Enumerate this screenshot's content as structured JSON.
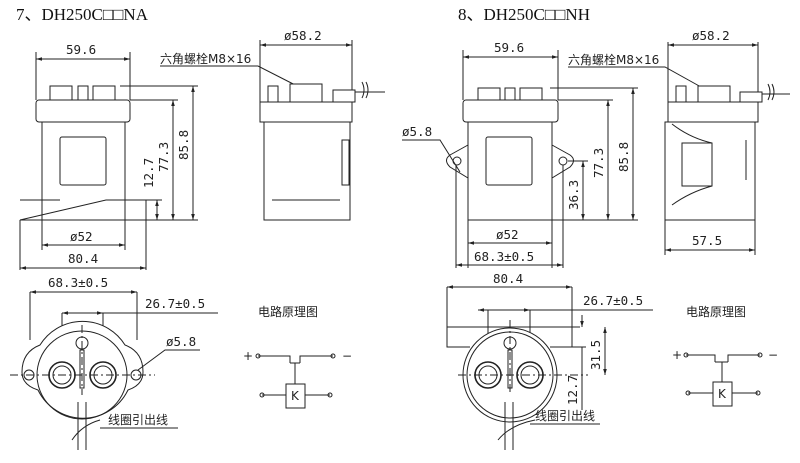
{
  "left": {
    "title": "7、DH250C□□NA",
    "dim_width": "59.6",
    "dim_diameter_side": "ø58.2",
    "bolt_label": "六角螺栓M8×16",
    "dim_h1": "85.8",
    "dim_h2": "77.3",
    "dim_h3": "12.7",
    "dim_d52": "ø52",
    "dim_flange": "80.4",
    "dim_hole_spacing": "68.3±0.5",
    "dim_terminal_spacing": "26.7±0.5",
    "dim_hole": "ø5.8",
    "coil_lead_label": "线圈引出线",
    "circuit_title": "电路原理图",
    "circuit_plus": "+",
    "circuit_minus": "−",
    "coil_symbol": "K"
  },
  "right": {
    "title": "8、DH250C□□NH",
    "dim_width": "59.6",
    "dim_diameter_side": "ø58.2",
    "bolt_label": "六角螺栓M8×16",
    "dim_hole": "ø5.8",
    "dim_h1": "85.8",
    "dim_h2": "77.3",
    "dim_h3": "36.3",
    "dim_d52": "ø52",
    "dim_hole_spacing": "68.3±0.5",
    "dim_side_width": "57.5",
    "dim_flange": "80.4",
    "dim_terminal_spacing": "26.7±0.5",
    "dim_v1": "31.5",
    "dim_v2": "12.7",
    "coil_lead_label": "线圈引出线",
    "circuit_title": "电路原理图",
    "circuit_plus": "+",
    "circuit_minus": "−",
    "coil_symbol": "K"
  }
}
